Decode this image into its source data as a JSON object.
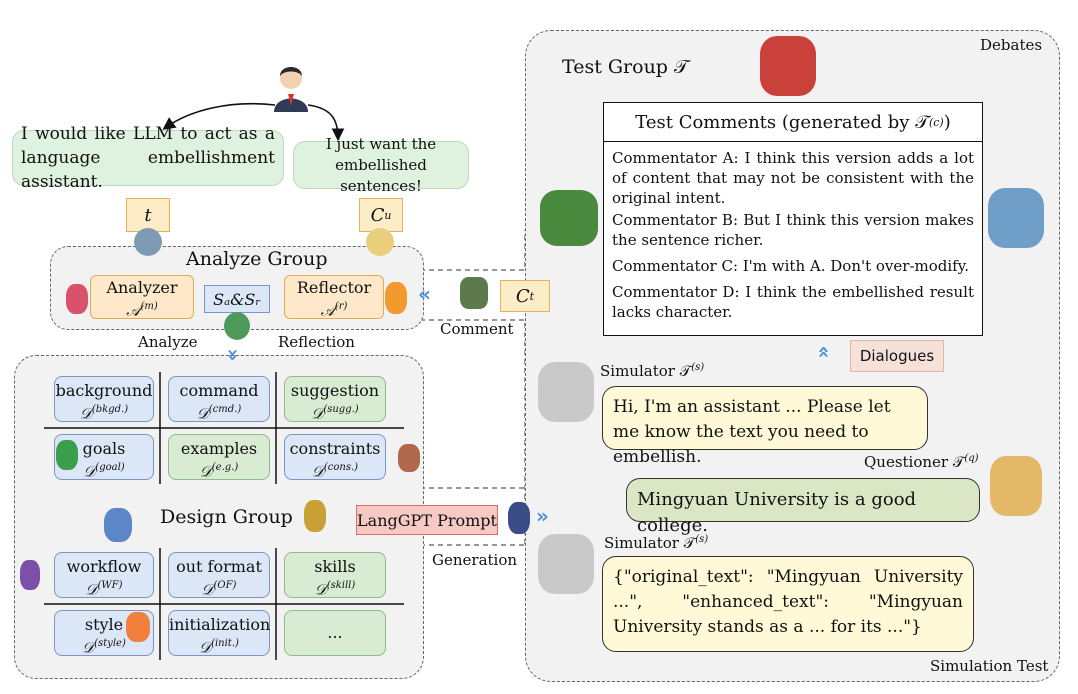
{
  "left": {
    "user_request": "I would like LLM to act as a language embellishment assistant.",
    "user_reply": "I just want the embellished sentences!",
    "tag_t": "t",
    "tag_cu": "C",
    "tag_cu_sub": "u",
    "analyze_group_title": "Analyze Group",
    "analyzer_label": "Analyzer",
    "analyzer_symbol": "𝒜",
    "analyzer_sup": "(m)",
    "reflector_label": "Reflector",
    "reflector_symbol": "𝒜",
    "reflector_sup": "(r)",
    "s_box": "Sₐ&Sᵣ",
    "ct_box": "C",
    "ct_sub": "t",
    "comment_label": "Comment",
    "analyze_label": "Analyze",
    "reflection_label": "Reflection",
    "design_group_title": "Design Group",
    "langgpt_label": "LangGPT Prompt",
    "generation_label": "Generation"
  },
  "grid1": [
    {
      "name": "background",
      "sym": "𝒟",
      "sup": "(bkgd.)",
      "color": "blue"
    },
    {
      "name": "command",
      "sym": "𝒟",
      "sup": "(cmd.)",
      "color": "blue"
    },
    {
      "name": "suggestion",
      "sym": "𝒟",
      "sup": "(sugg.)",
      "color": "green"
    },
    {
      "name": "goals",
      "sym": "𝒟",
      "sup": "(goal)",
      "color": "blue"
    },
    {
      "name": "examples",
      "sym": "𝒟",
      "sup": "(e.g.)",
      "color": "green"
    },
    {
      "name": "constraints",
      "sym": "𝒟",
      "sup": "(cons.)",
      "color": "blue"
    }
  ],
  "grid2": [
    {
      "name": "workflow",
      "sym": "𝒟",
      "sup": "(WF)",
      "color": "blue"
    },
    {
      "name": "out format",
      "sym": "𝒟",
      "sup": "(OF)",
      "color": "blue"
    },
    {
      "name": "skills",
      "sym": "𝒟",
      "sup": "(skill)",
      "color": "green"
    },
    {
      "name": "style",
      "sym": "𝒟",
      "sup": "(style)",
      "color": "blue"
    },
    {
      "name": "initialization",
      "sym": "𝒟",
      "sup": "(init.)",
      "color": "blue"
    },
    {
      "name": "...",
      "sym": "",
      "sup": "",
      "color": "green"
    }
  ],
  "right": {
    "debates_label": "Debates",
    "test_group_title": "Test Group 𝒯",
    "comments_header": "Test Comments (generated by 𝒯",
    "comments_header_sup": "(c)",
    "comments_header_end": ")",
    "comments": [
      "Commentator A: I think this version adds a lot of content that may not be consistent with the original intent.",
      "Commentator B: But I think this version makes the sentence richer.",
      "Commentator C: I'm with A. Don't over-modify.",
      "Commentator D: I think the embellished result lacks character."
    ],
    "dialogues_label": "Dialogues",
    "simulator_label": "Simulator 𝒯",
    "simulator_sup": "(s)",
    "simulator_msg": "Hi, I'm an assistant ... Please let me know the text you need to embellish.",
    "questioner_label": "Questioner 𝒯",
    "questioner_sup": "(q)",
    "questioner_msg": "Mingyuan University is a good college.",
    "simulator2_label": "Simulator 𝒯",
    "simulator2_sup": "(s)",
    "simulator2_msg": "{\"original_text\": \"Mingyuan University ...\", \"enhanced_text\": \"Mingyuan University stands as a ... for its ...\"}",
    "simulation_test_label": "Simulation Test"
  },
  "colors": {
    "accent_blue": "#4f8fdb",
    "green_bubble": "#dff1df",
    "tag_orange": "#fdecc8",
    "speech_yellow": "#fff9d8",
    "langgpt_red": "#f6c9c4"
  }
}
